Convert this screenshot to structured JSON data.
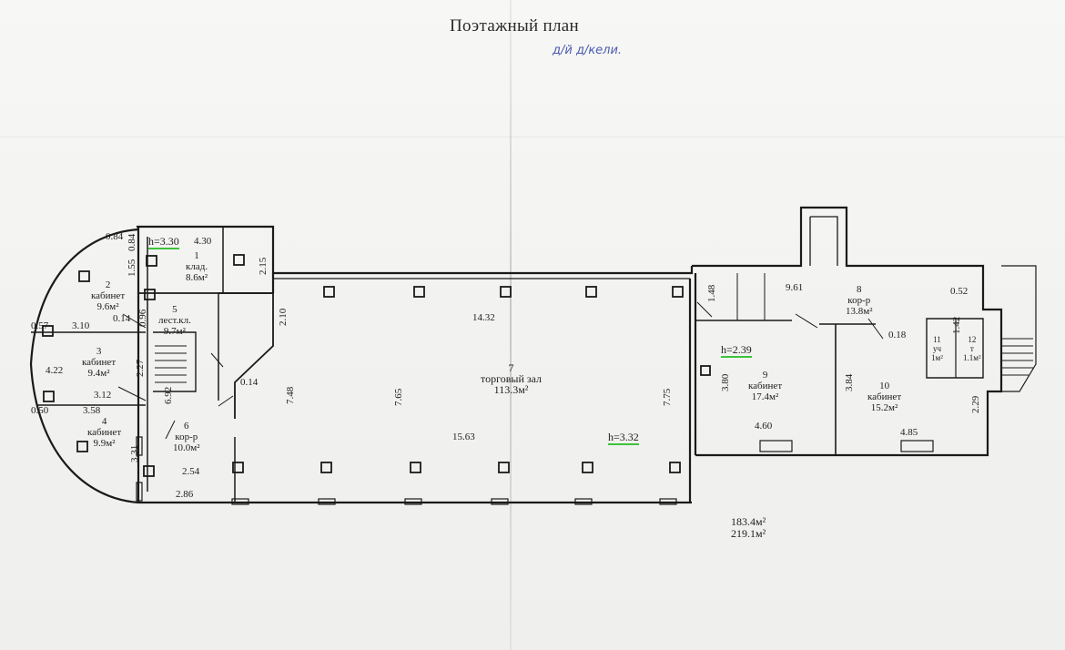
{
  "title": "Поэтажный план",
  "handwritten_note": "д/й д/кели.",
  "rooms": [
    {
      "num": "1",
      "name": "клад.",
      "area": "8.6м²"
    },
    {
      "num": "2",
      "name": "кабинет",
      "area": "9.6м²"
    },
    {
      "num": "3",
      "name": "кабинет",
      "area": "9.4м²"
    },
    {
      "num": "4",
      "name": "кабинет",
      "area": "9.9м²"
    },
    {
      "num": "5",
      "name": "лест.кл.",
      "area": "9.7м²"
    },
    {
      "num": "6",
      "name": "кор-р",
      "area": "10.0м²"
    },
    {
      "num": "7",
      "name": "торговый зал",
      "area": "113.3м²"
    },
    {
      "num": "8",
      "name": "кор-р",
      "area": "13.8м²"
    },
    {
      "num": "9",
      "name": "кабинет",
      "area": "17.4м²"
    },
    {
      "num": "10",
      "name": "кабинет",
      "area": "15.2м²"
    },
    {
      "num": "11",
      "name": "уч",
      "area": "1м²"
    },
    {
      "num": "12",
      "name": "т",
      "area": "1.1м²"
    }
  ],
  "heights": {
    "left": "h=3.30",
    "hall": "h=3.32",
    "right": "h=2.39"
  },
  "dimensions": {
    "d_084_top": "0.84",
    "d_084_v": "0.84",
    "d_430": "4.30",
    "d_155": "1.55",
    "d_215": "2.15",
    "d_096": "0.96",
    "d_014_a": "0.14",
    "d_057": "0.57",
    "d_310": "3.10",
    "d_210": "2.10",
    "d_1432": "14.32",
    "d_422": "4.22",
    "d_227": "2.27",
    "d_312": "3.12",
    "d_014_b": "0.14",
    "d_748": "7.48",
    "d_765": "7.65",
    "d_775": "7.75",
    "d_050": "0.50",
    "d_358": "3.58",
    "d_692": "6.92",
    "d_331": "3.31",
    "d_1563": "15.63",
    "d_254": "2.54",
    "d_286": "2.86",
    "d_148": "1.48",
    "d_961": "9.61",
    "d_052": "0.52",
    "d_142": "1.42",
    "d_018": "0.18",
    "d_380": "3.80",
    "d_384": "3.84",
    "d_229": "2.29",
    "d_460": "4.60",
    "d_485": "4.85"
  },
  "totals": {
    "main": "183.4м²",
    "total": "219.1м²"
  }
}
